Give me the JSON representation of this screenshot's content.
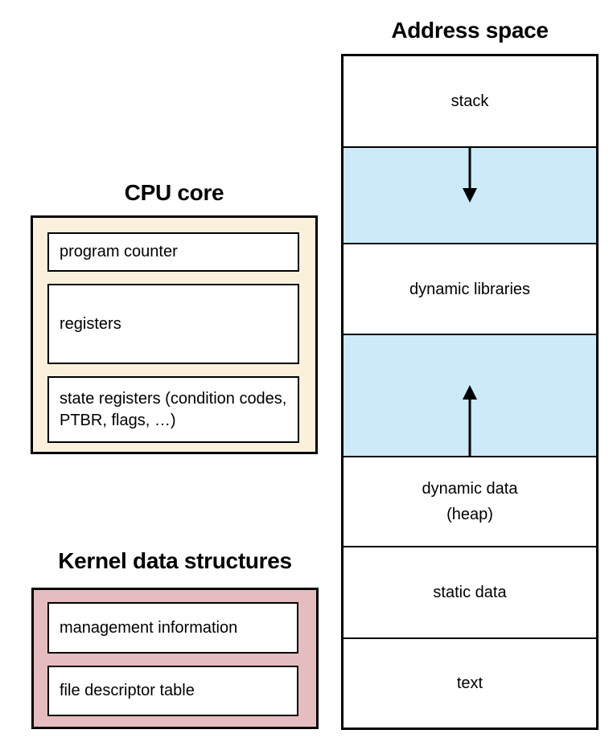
{
  "colors": {
    "highlight_blue": "#cdeaf8",
    "cpu_core_fill": "#faf0dc",
    "kernel_fill": "#e5bdc0",
    "box_border": "#000000",
    "text": "#000000",
    "background": "#ffffff"
  },
  "address_space": {
    "title": "Address space",
    "sections": [
      {
        "id": "stack",
        "label": "stack"
      },
      {
        "id": "stack-growth",
        "label": "",
        "arrow": "down"
      },
      {
        "id": "dynamic-libraries",
        "label": "dynamic libraries"
      },
      {
        "id": "heap-growth",
        "label": "",
        "arrow": "up"
      },
      {
        "id": "dynamic-data",
        "label_line1": "dynamic data",
        "label_line2": "(heap)"
      },
      {
        "id": "static-data",
        "label": "static data"
      },
      {
        "id": "text",
        "label": "text"
      }
    ]
  },
  "cpu_core": {
    "title": "CPU core",
    "items": [
      {
        "label": "program counter"
      },
      {
        "label": "registers"
      },
      {
        "label": "state registers (condition codes, PTBR, flags, …)"
      }
    ]
  },
  "kernel": {
    "title": "Kernel data structures",
    "items": [
      {
        "label": "management information"
      },
      {
        "label": "file descriptor table"
      }
    ]
  }
}
